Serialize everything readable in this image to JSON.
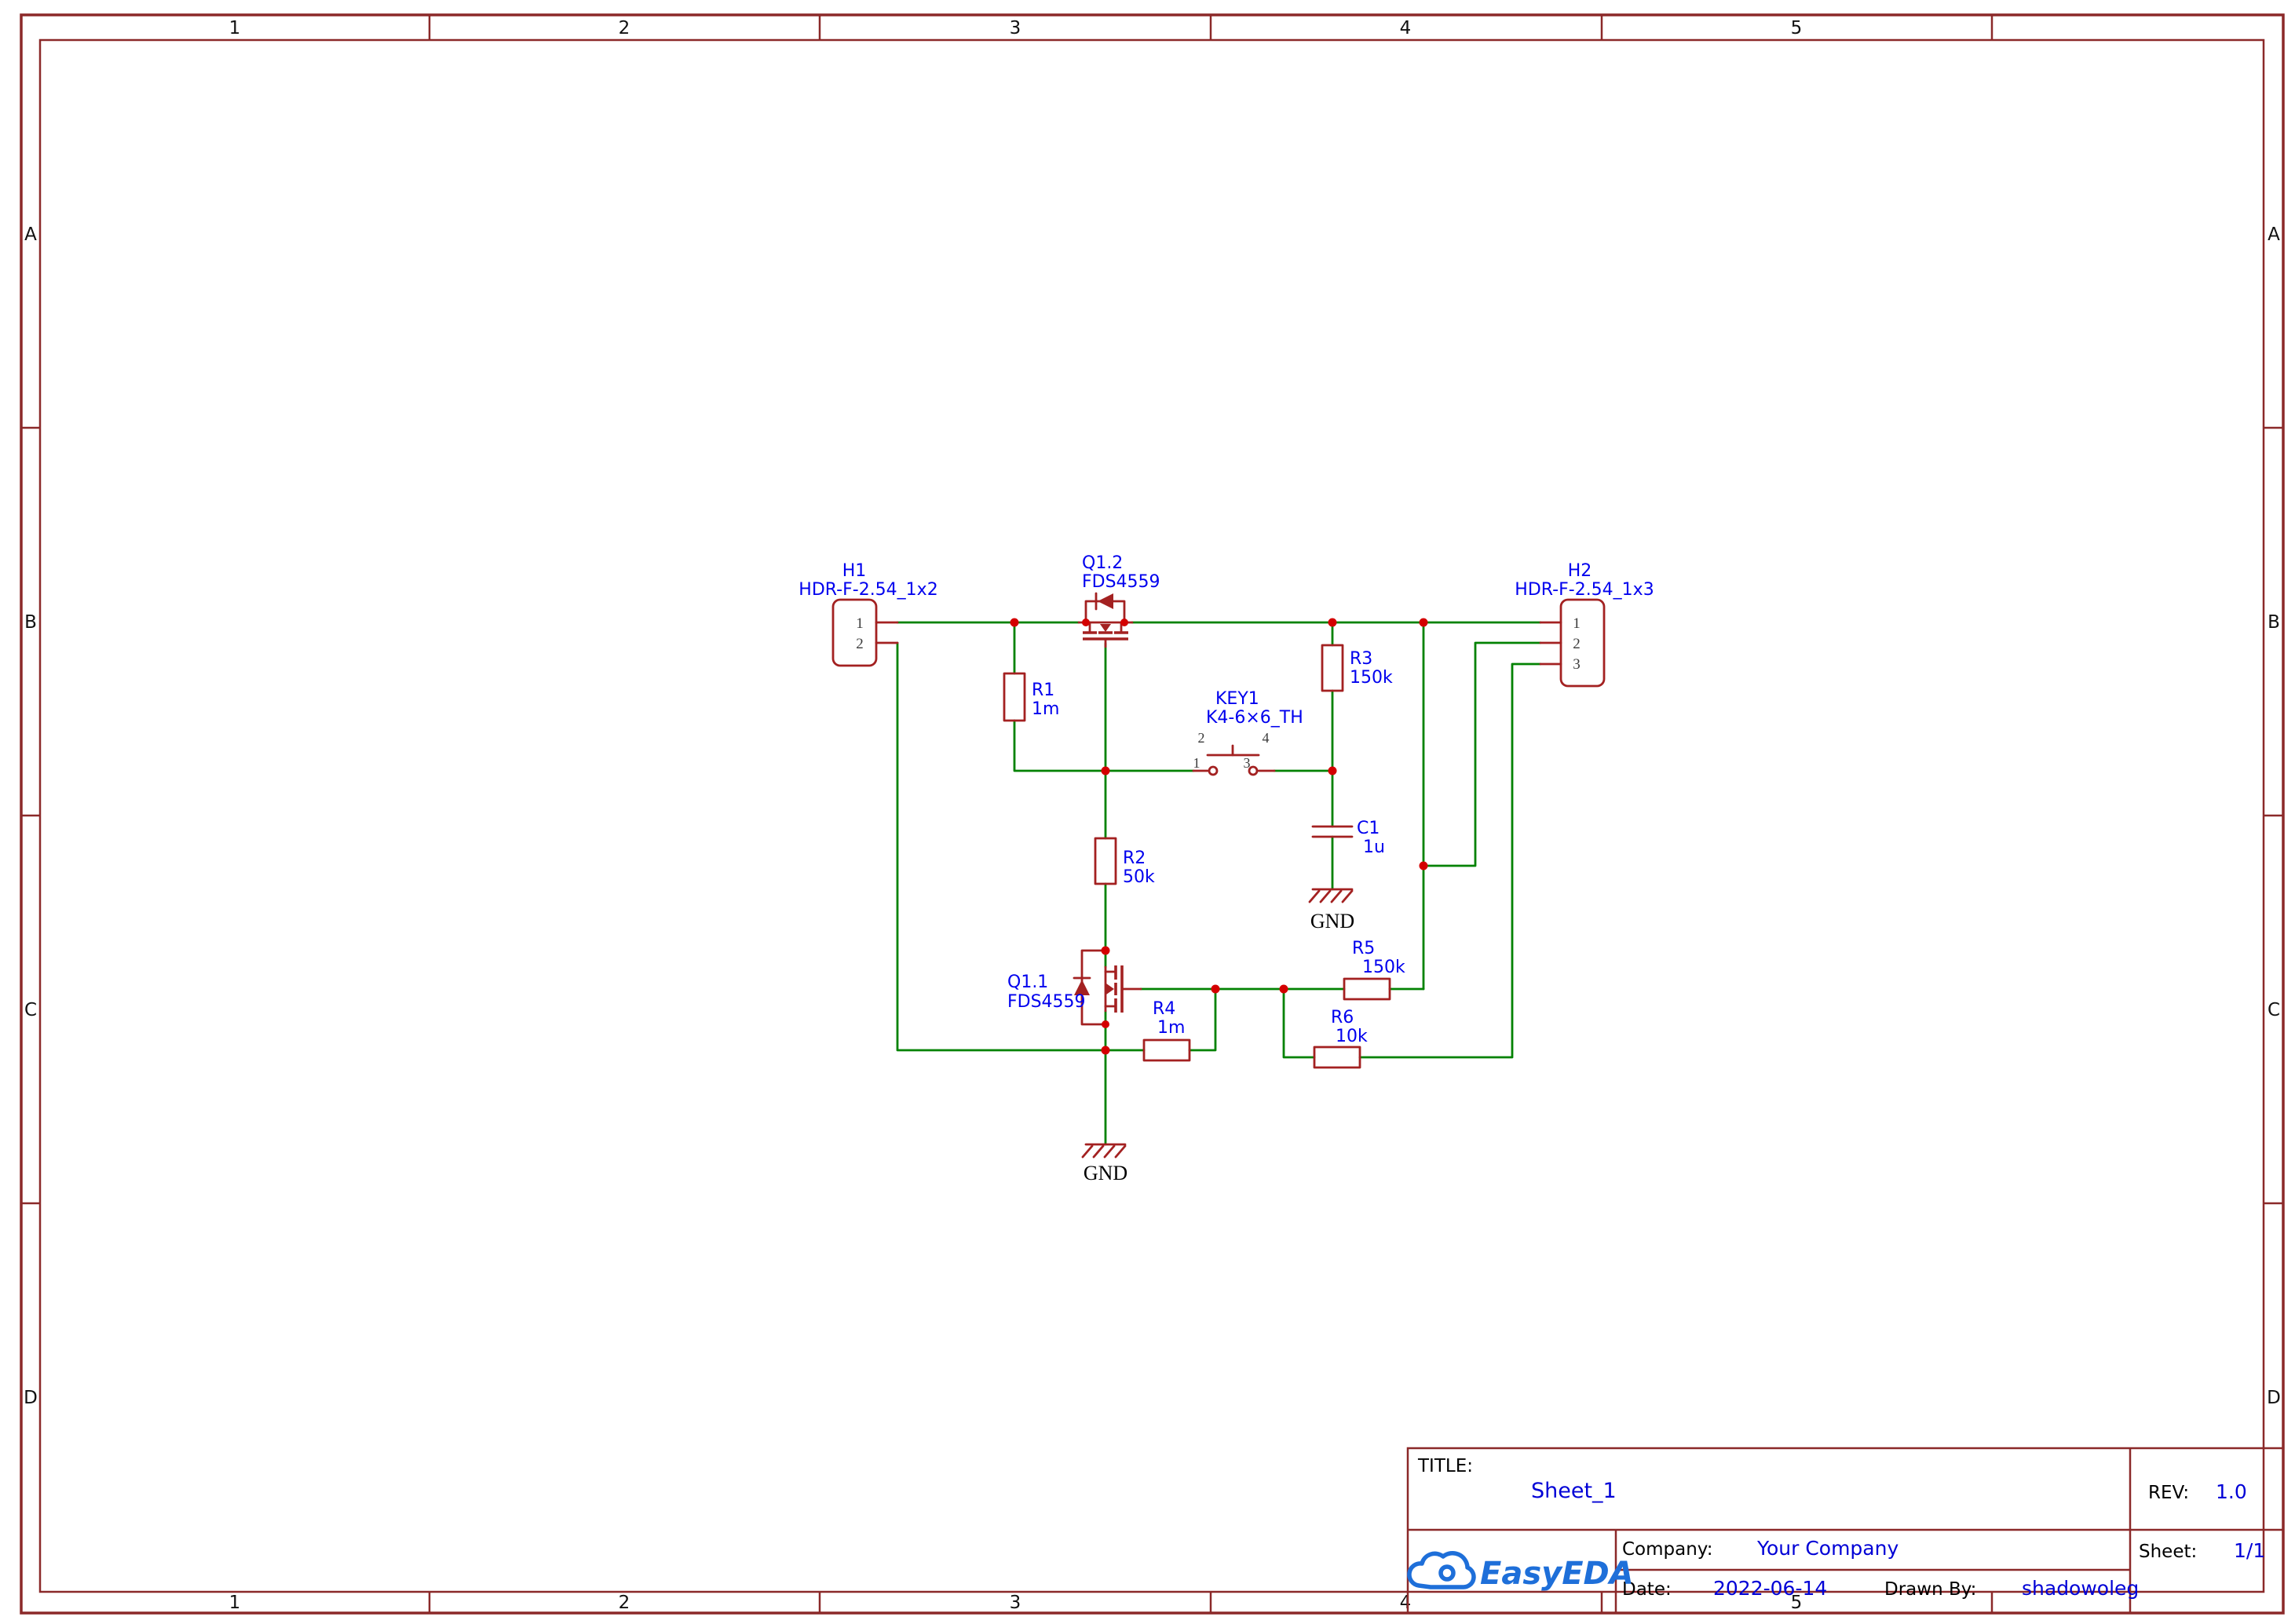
{
  "frame": {
    "cols": [
      "1",
      "2",
      "3",
      "4",
      "5"
    ],
    "rows": [
      "A",
      "B",
      "C",
      "D"
    ]
  },
  "schematic": {
    "h1": {
      "ref": "H1",
      "value": "HDR-F-2.54_1x2",
      "pins": [
        "1",
        "2"
      ]
    },
    "h2": {
      "ref": "H2",
      "value": "HDR-F-2.54_1x3",
      "pins": [
        "1",
        "2",
        "3"
      ]
    },
    "q1_2": {
      "ref": "Q1.2",
      "value": "FDS4559"
    },
    "q1_1": {
      "ref": "Q1.1",
      "value": "FDS4559"
    },
    "key1": {
      "ref": "KEY1",
      "value": "K4-6×6_TH",
      "pins": [
        "1",
        "2",
        "3",
        "4"
      ]
    },
    "r1": {
      "ref": "R1",
      "value": "1m"
    },
    "r2": {
      "ref": "R2",
      "value": "50k"
    },
    "r3": {
      "ref": "R3",
      "value": "150k"
    },
    "r4": {
      "ref": "R4",
      "value": "1m"
    },
    "r5": {
      "ref": "R5",
      "value": "150k"
    },
    "r6": {
      "ref": "R6",
      "value": "10k"
    },
    "c1": {
      "ref": "C1",
      "value": "1u"
    },
    "gnd_a": {
      "label": "GND"
    },
    "gnd_b": {
      "label": "GND"
    }
  },
  "title_block": {
    "title_label": "TITLE:",
    "title": "Sheet_1",
    "rev_label": "REV:",
    "rev": "1.0",
    "company_label": "Company:",
    "company": "Your Company",
    "sheet_label": "Sheet:",
    "sheet": "1/1",
    "date_label": "Date:",
    "date": "2022-06-14",
    "drawn_by_label": "Drawn By:",
    "drawn_by": "shadowoleg",
    "logo_text": "EasyEDA"
  }
}
